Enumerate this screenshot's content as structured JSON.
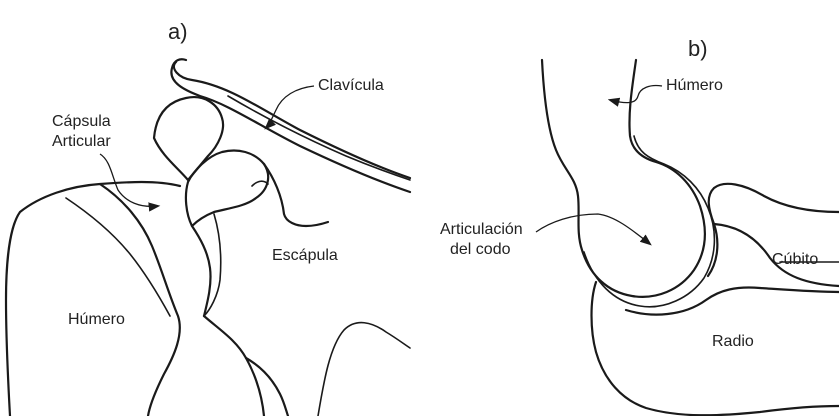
{
  "panel_a": {
    "letter": "a)",
    "labels": {
      "clavicle": "Clavícula",
      "capsule_line1": "Cápsula",
      "capsule_line2": "Articular",
      "scapula": "Escápula",
      "humerus": "Húmero"
    }
  },
  "panel_b": {
    "letter": "b)",
    "labels": {
      "humerus": "Húmero",
      "joint_line1": "Articulación",
      "joint_line2": "del codo",
      "ulna": "Cúbito",
      "radius": "Radio"
    }
  }
}
